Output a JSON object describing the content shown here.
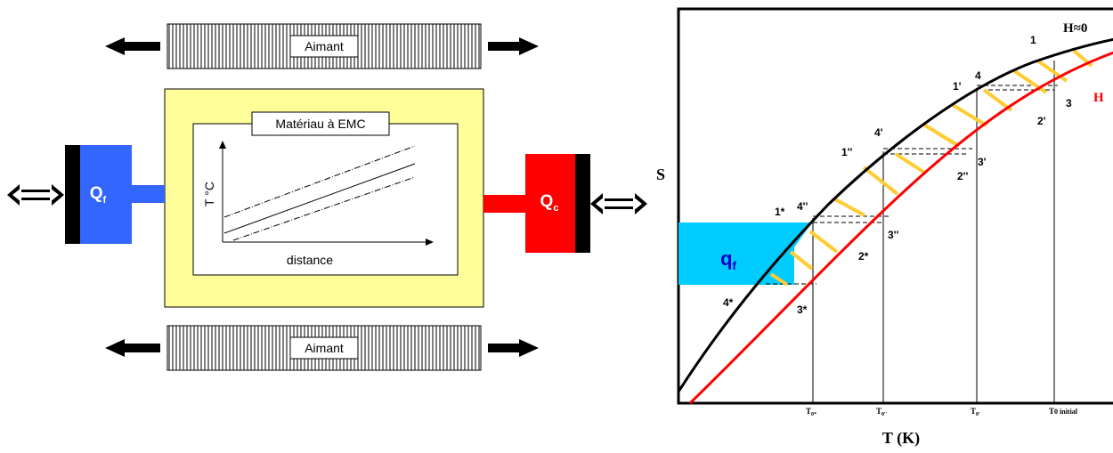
{
  "left_diagram": {
    "magnet_top": "Aimant",
    "magnet_bottom": "Aimant",
    "material_title": "Matériau à EMC",
    "axis_y": "T °C",
    "axis_x": "distance",
    "cold_source": {
      "symbol": "Q",
      "sub": "f",
      "color": "#3366ff"
    },
    "hot_source": {
      "symbol": "Q",
      "sub": "c",
      "color": "#ff0000"
    },
    "block_color": "#ffff99"
  },
  "right_diagram": {
    "axis_y": "S",
    "axis_x": "T (K)",
    "curve_h0": "H≈0",
    "curve_h": "H",
    "qf": {
      "symbol": "q",
      "sub": "f",
      "color": "#00ccff"
    },
    "point_labels": [
      "1",
      "4",
      "2'",
      "3",
      "1'",
      "4'",
      "3'",
      "2''",
      "1''",
      "1*",
      "4''",
      "3''",
      "2*",
      "4*",
      "3*"
    ],
    "ticks": [
      {
        "label": "T",
        "sub": "0*"
      },
      {
        "label": "T",
        "sub": "0''"
      },
      {
        "label": "T",
        "sub": "0'"
      },
      {
        "label": "T",
        "sub": "0 initial"
      }
    ],
    "colors": {
      "upper_curve": "#000000",
      "lower_curve": "#ff0000",
      "stripes": "#ffcc33"
    }
  }
}
